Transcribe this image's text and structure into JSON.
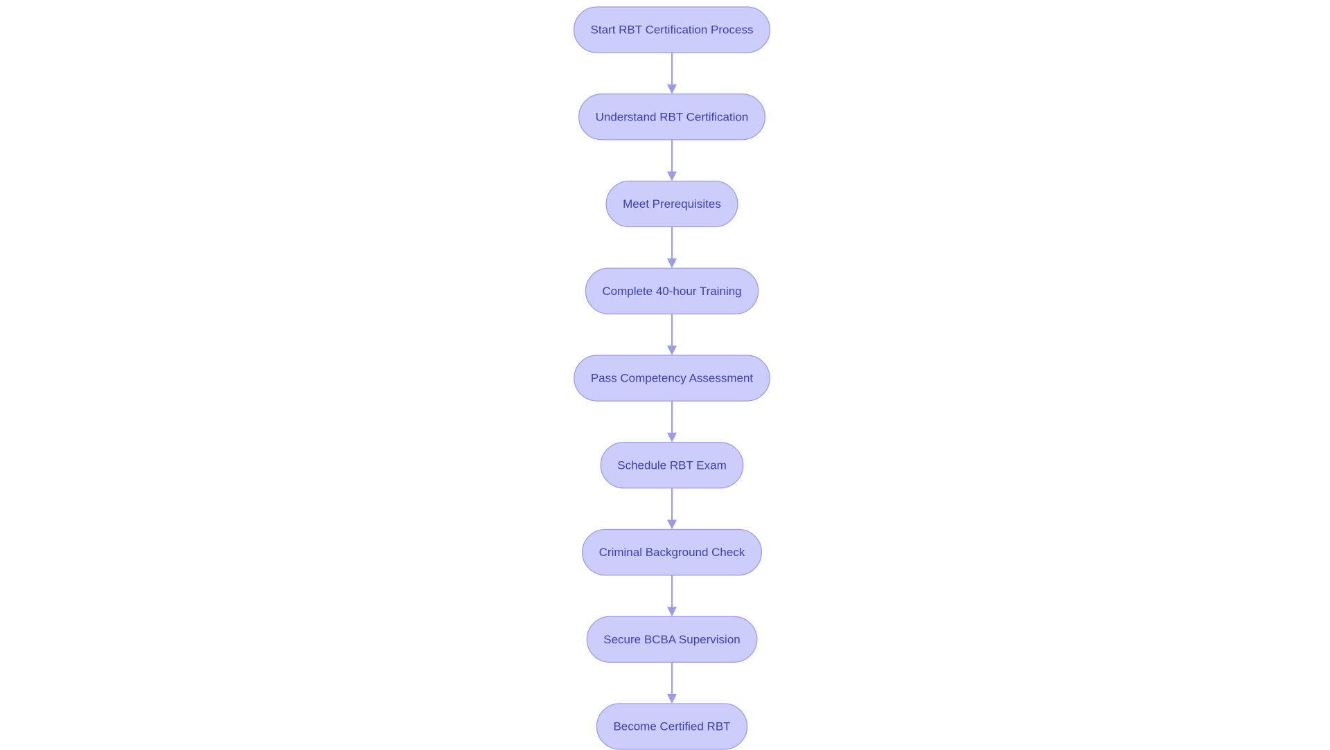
{
  "diagram": {
    "type": "flowchart",
    "direction": "top-to-bottom",
    "colors": {
      "node_fill": "#cccdfb",
      "node_border": "#9b9ce9",
      "node_text": "#3b3fb0",
      "edge": "#9b9ce9",
      "background": "#ffffff"
    },
    "nodes": [
      {
        "id": "start",
        "label": "Start RBT Certification Process"
      },
      {
        "id": "understand",
        "label": "Understand RBT Certification"
      },
      {
        "id": "prereq",
        "label": "Meet Prerequisites"
      },
      {
        "id": "training",
        "label": "Complete 40-hour Training"
      },
      {
        "id": "assessment",
        "label": "Pass Competency Assessment"
      },
      {
        "id": "schedule",
        "label": "Schedule RBT Exam"
      },
      {
        "id": "background",
        "label": "Criminal Background Check"
      },
      {
        "id": "supervision",
        "label": "Secure BCBA Supervision"
      },
      {
        "id": "certified",
        "label": "Become Certified RBT"
      }
    ],
    "edges": [
      {
        "from": "start",
        "to": "understand"
      },
      {
        "from": "understand",
        "to": "prereq"
      },
      {
        "from": "prereq",
        "to": "training"
      },
      {
        "from": "training",
        "to": "assessment"
      },
      {
        "from": "assessment",
        "to": "schedule"
      },
      {
        "from": "schedule",
        "to": "background"
      },
      {
        "from": "background",
        "to": "supervision"
      },
      {
        "from": "supervision",
        "to": "certified"
      }
    ]
  }
}
